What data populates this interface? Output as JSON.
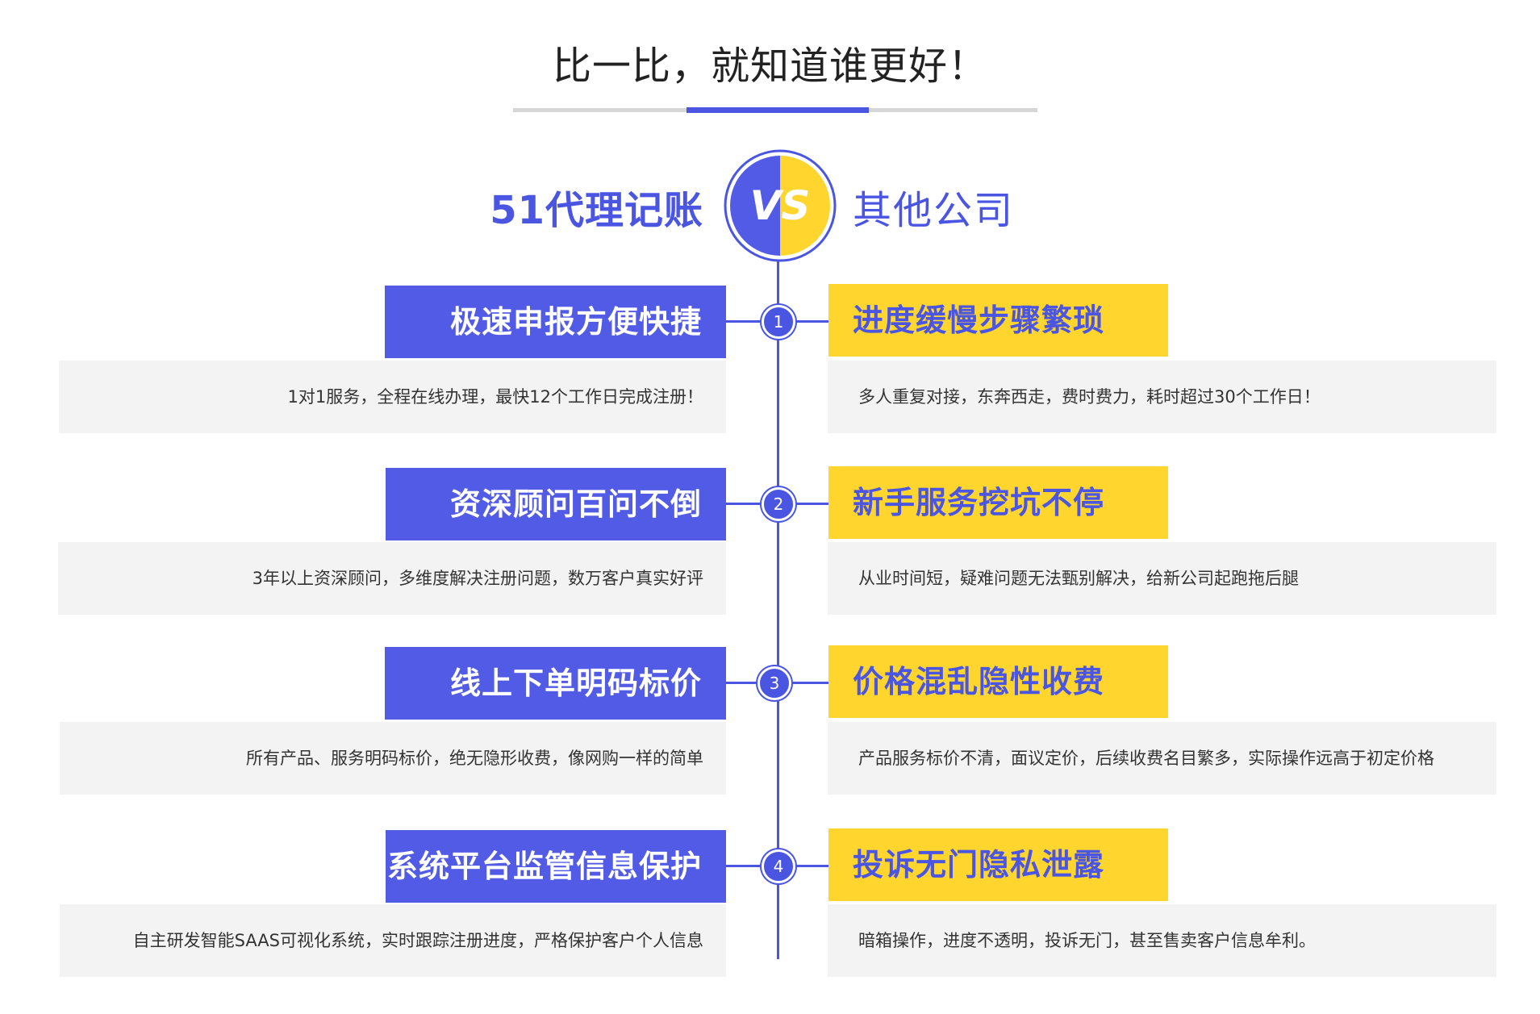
{
  "title": "比一比，就知道谁更好！",
  "left_label": "51代理记账",
  "right_label": "其他公司",
  "vs_text": "VS",
  "colors": {
    "blue": "#4a55e2",
    "yellow": "#ffd52e",
    "desc_bg": "#f3f3f3"
  },
  "rows": [
    {
      "num": "1",
      "left_title": "极速申报方便快捷",
      "left_desc": "1对1服务，全程在线办理，最快12个工作日完成注册！",
      "right_title": "进度缓慢步骤繁琐",
      "right_desc": "多人重复对接，东奔西走，费时费力，耗时超过30个工作日！"
    },
    {
      "num": "2",
      "left_title": "资深顾问百问不倒",
      "left_desc": "3年以上资深顾问，多维度解决注册问题，数万客户真实好评",
      "right_title": "新手服务挖坑不停",
      "right_desc": "从业时间短，疑难问题无法甄别解决，给新公司起跑拖后腿"
    },
    {
      "num": "3",
      "left_title": "线上下单明码标价",
      "left_desc": "所有产品、服务明码标价，绝无隐形收费，像网购一样的简单",
      "right_title": "价格混乱隐性收费",
      "right_desc": "产品服务标价不清，面议定价，后续收费名目繁多，实际操作远高于初定价格"
    },
    {
      "num": "4",
      "left_title": "系统平台监管信息保护",
      "left_desc": "自主研发智能SAAS可视化系统，实时跟踪注册进度，严格保护客户个人信息",
      "right_title": "投诉无门隐私泄露",
      "right_desc": "暗箱操作，进度不透明，投诉无门，甚至售卖客户信息牟利。"
    }
  ]
}
